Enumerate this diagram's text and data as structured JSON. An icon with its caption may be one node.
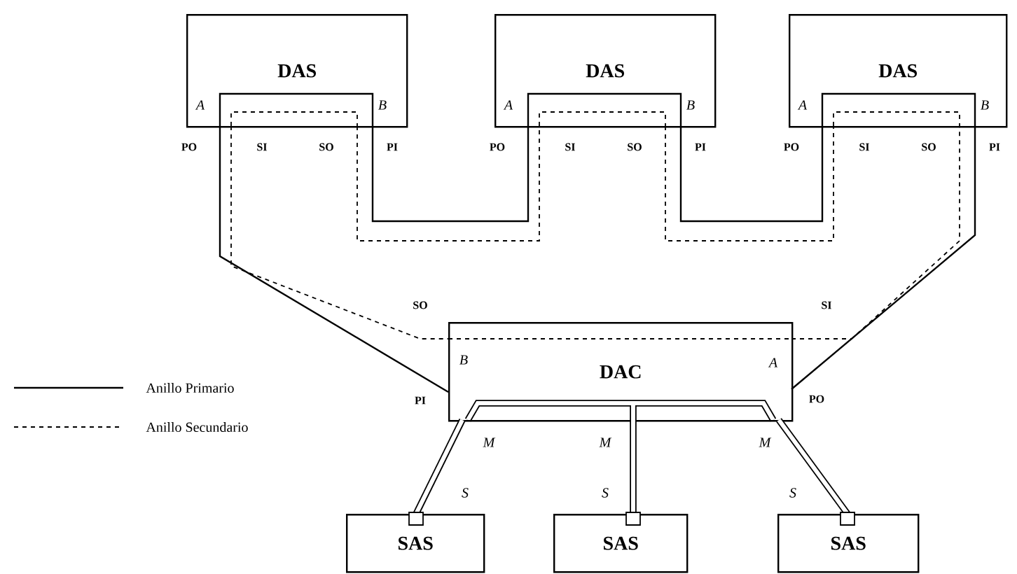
{
  "diagram": {
    "nodes": [
      {
        "text": [
          "DAS"
        ]
      },
      {
        "text": [
          "DAS"
        ]
      },
      {
        "text": [
          "DAS"
        ]
      },
      {
        "text": [
          "DAC"
        ]
      },
      {
        "text": [
          "SAS"
        ]
      },
      {
        "text": [
          "SAS"
        ]
      },
      {
        "text": [
          "SAS"
        ]
      }
    ],
    "edges": [
      {
        "from": 0,
        "to": 1,
        "arrow": "none"
      },
      {
        "from": 1,
        "to": 2,
        "arrow": "none"
      },
      {
        "from": 2,
        "to": 3,
        "arrow": "none"
      },
      {
        "from": 3,
        "to": 0,
        "arrow": "none"
      },
      {
        "from": 0,
        "to": 1,
        "arrow": "none",
        "style": "dashed"
      },
      {
        "from": 1,
        "to": 2,
        "arrow": "none",
        "style": "dashed"
      },
      {
        "from": 3,
        "to": 2,
        "arrow": "none",
        "style": "dashed"
      },
      {
        "from": 0,
        "to": 3,
        "arrow": "none",
        "style": "dashed"
      },
      {
        "from": 3,
        "to": 4,
        "arrow": "other",
        "style": "thick"
      },
      {
        "from": 3,
        "to": 5,
        "arrow": "other",
        "style": "thick"
      },
      {
        "from": 3,
        "to": 6,
        "arrow": "other",
        "style": "thick"
      }
    ],
    "labels": [
      "A",
      "B",
      "A",
      "B",
      "A",
      "B",
      "PO",
      "SI",
      "SO",
      "PI",
      "PO",
      "SI",
      "SO",
      "PI",
      "PO",
      "SI",
      "SO",
      "PI",
      "SO",
      "SI",
      "B",
      "A",
      "PI",
      "PO",
      "M",
      "M",
      "M",
      "S",
      "S",
      "S"
    ],
    "legend": [
      {
        "text": "Anillo Primario"
      },
      {
        "text": "Anillo Secundario"
      }
    ]
  }
}
